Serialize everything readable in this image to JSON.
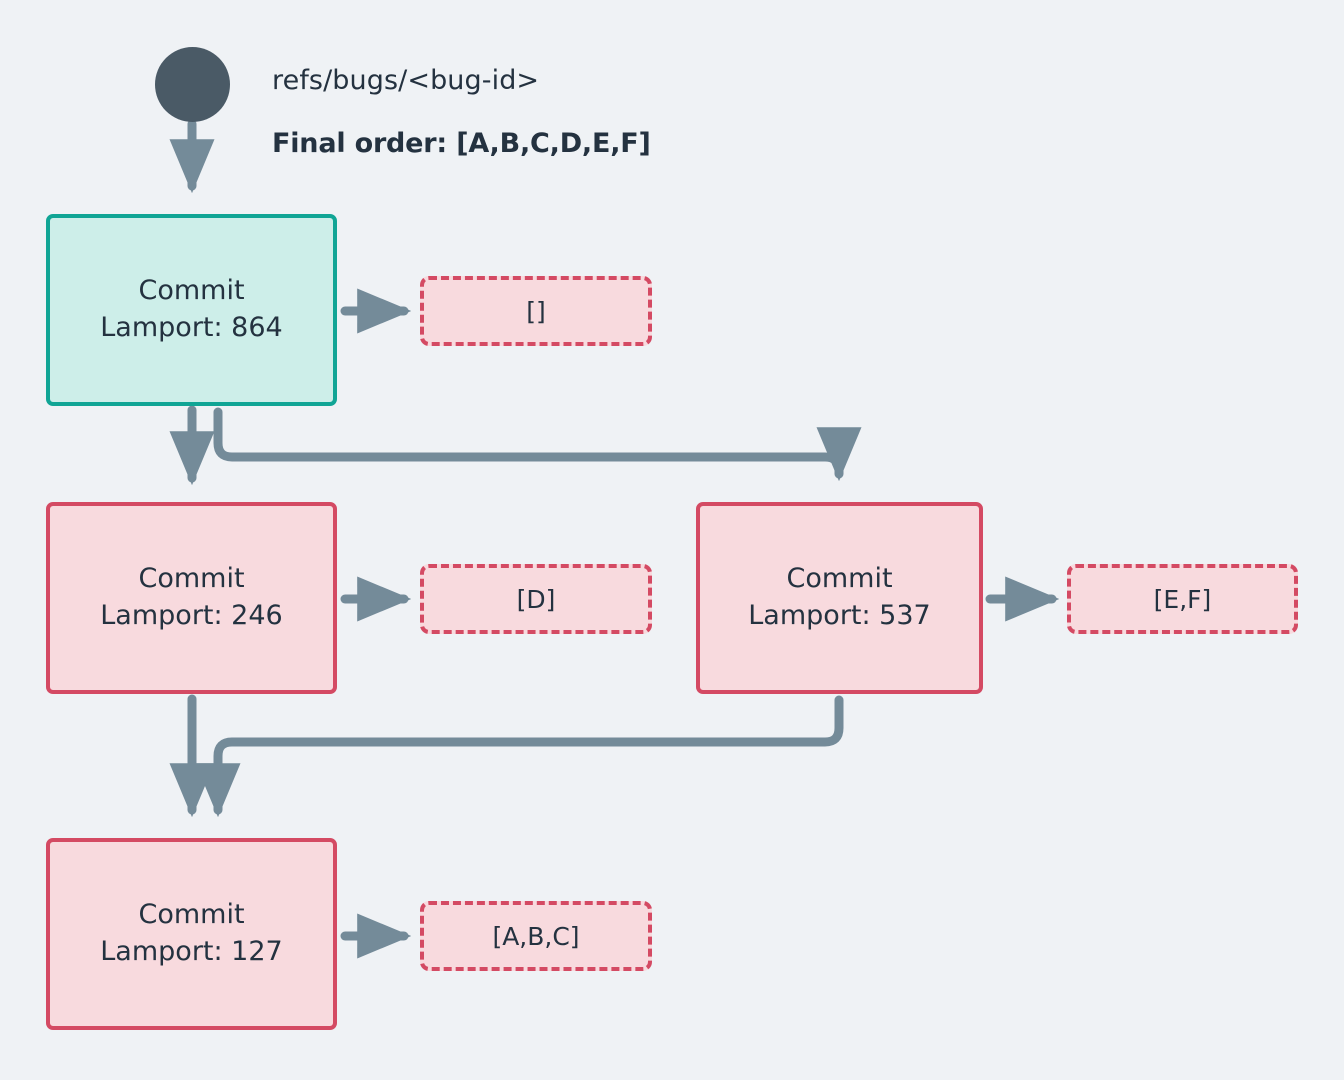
{
  "diagram": {
    "title_ref": "refs/bugs/<bug-id>",
    "final_order_label": "Final order: [A,B,C,D,E,F]",
    "background_color": "#eff2f5",
    "start_node": {
      "name": "start-node",
      "shape": "circle",
      "color": "#4a5a66"
    },
    "colors": {
      "root_fill": "#cdeee9",
      "root_stroke": "#10a595",
      "pending_fill": "#f8dade",
      "pending_stroke": "#d44a63",
      "edge": "#748b99",
      "text": "#243240"
    },
    "nodes": [
      {
        "id": "n864",
        "line1": "Commit",
        "line2": "Lamport: 864",
        "lamport": 864,
        "state": "root",
        "badge": "[]",
        "badge_items": []
      },
      {
        "id": "n246",
        "line1": "Commit",
        "line2": "Lamport: 246",
        "lamport": 246,
        "state": "pending",
        "badge": "[D]",
        "badge_items": [
          "D"
        ]
      },
      {
        "id": "n537",
        "line1": "Commit",
        "line2": "Lamport: 537",
        "lamport": 537,
        "state": "pending",
        "badge": "[E,F]",
        "badge_items": [
          "E",
          "F"
        ]
      },
      {
        "id": "n127",
        "line1": "Commit",
        "line2": "Lamport: 127",
        "lamport": 127,
        "state": "pending",
        "badge": "[A,B,C]",
        "badge_items": [
          "A",
          "B",
          "C"
        ]
      }
    ],
    "edges": [
      {
        "from": "start",
        "to": "n864",
        "style": "straight"
      },
      {
        "from": "n864",
        "to": "n246",
        "style": "straight"
      },
      {
        "from": "n864",
        "to": "n537",
        "style": "elbow-right"
      },
      {
        "from": "n246",
        "to": "n127",
        "style": "straight"
      },
      {
        "from": "n537",
        "to": "n127",
        "style": "elbow-left"
      },
      {
        "from": "n864",
        "to": "badge-n864",
        "style": "short-right"
      },
      {
        "from": "n246",
        "to": "badge-n246",
        "style": "short-right"
      },
      {
        "from": "n537",
        "to": "badge-n537",
        "style": "short-right"
      },
      {
        "from": "n127",
        "to": "badge-n127",
        "style": "short-right"
      }
    ]
  }
}
